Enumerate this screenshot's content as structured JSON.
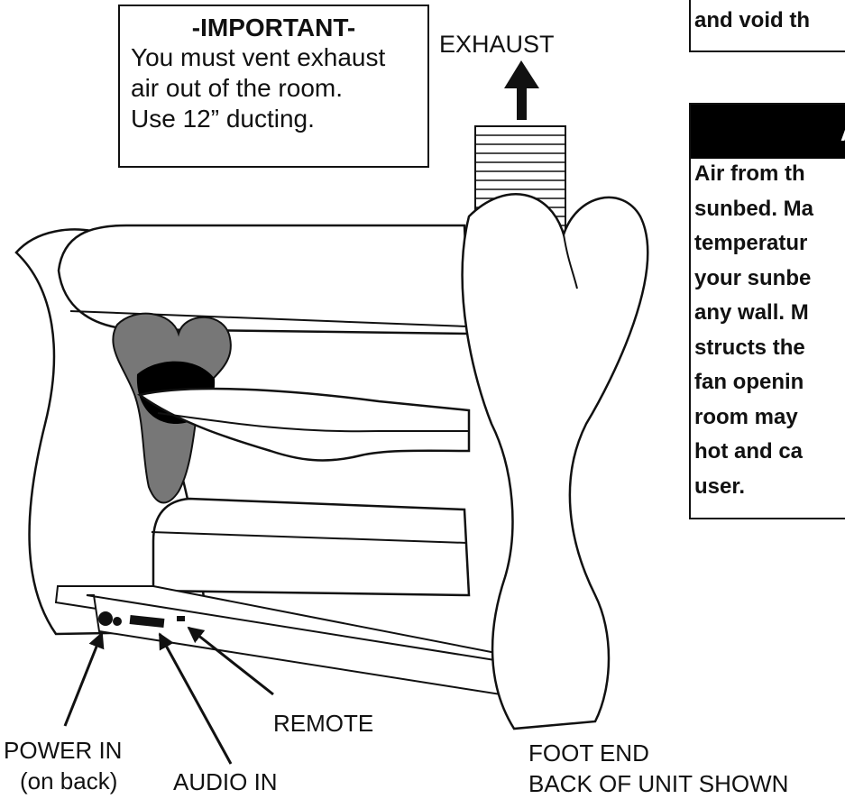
{
  "important": {
    "heading": "-IMPORTANT-",
    "lines": [
      "You must vent exhaust",
      "air out of the room.",
      "Use 12” ducting."
    ]
  },
  "exhaust_label": "EXHAUST",
  "top_note": "and void th",
  "caution": {
    "header": "A",
    "lines": [
      "Air from th",
      "sunbed. Ma",
      "temperatur",
      "your sunbe",
      "any wall. M",
      "structs the",
      "fan openin",
      "room may",
      "hot and ca",
      "user."
    ]
  },
  "labels": {
    "power_in": "POWER IN",
    "power_in_note": "(on back)",
    "audio_in": "AUDIO IN",
    "remote": "REMOTE",
    "foot_end": "FOOT END",
    "back_of_unit": "BACK OF UNIT SHOWN"
  },
  "colors": {
    "line": "#111111",
    "gray": "#777777",
    "black": "#000000"
  }
}
